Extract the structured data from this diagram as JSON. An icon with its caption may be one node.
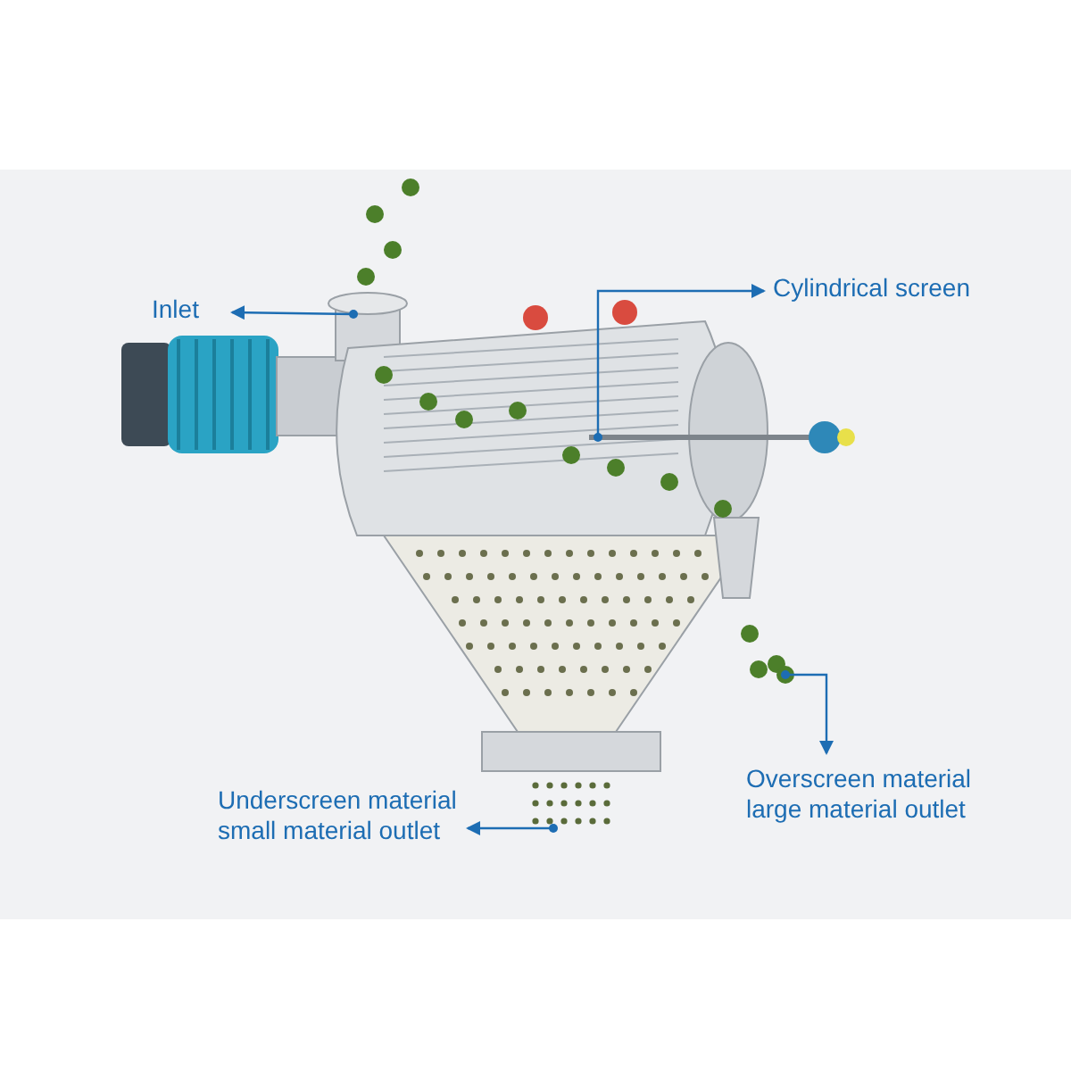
{
  "diagram": {
    "nodes": [
      {
        "text": [
          "Inlet"
        ]
      },
      {
        "text": [
          "Cylindrical screen"
        ]
      },
      {
        "text": [
          "Overscreen material large material outlet"
        ]
      },
      {
        "text": [
          "Underscreen material small material outlet"
        ]
      }
    ],
    "edges": [
      {
        "from": null,
        "to": 0,
        "arrow": "to"
      },
      {
        "from": null,
        "to": 1,
        "arrow": "to"
      },
      {
        "from": null,
        "to": 2,
        "arrow": "to"
      },
      {
        "from": null,
        "to": 3,
        "arrow": "to"
      }
    ]
  }
}
